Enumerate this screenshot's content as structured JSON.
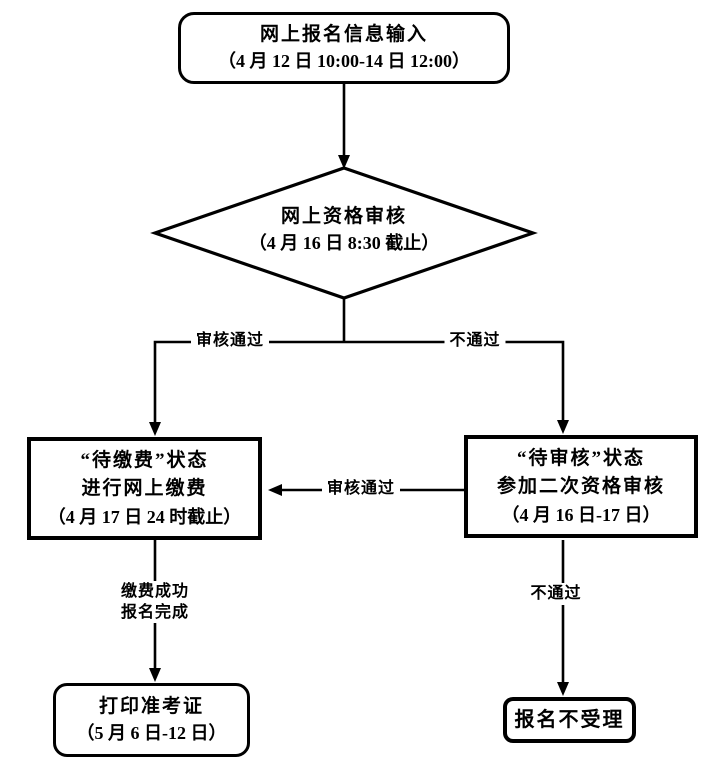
{
  "flowchart": {
    "colors": {
      "line": "#000000",
      "background": "#ffffff",
      "text": "#000000"
    },
    "nodes": {
      "start": {
        "line1": "网上报名信息输入",
        "line2": "（4 月 12 日 10:00-14 日 12:00）"
      },
      "review": {
        "line1": "网上资格审核",
        "line2": "（4 月 16 日 8:30 截止）"
      },
      "pay": {
        "line1": "“待缴费”状态",
        "line2": "进行网上缴费",
        "line3": "（4 月 17 日 24 时截止）"
      },
      "second": {
        "line1": "“待审核”状态",
        "line2": "参加二次资格审核",
        "line3": "（4 月 16 日-17 日）"
      },
      "print": {
        "line1": "打印准考证",
        "line2": "（5 月 6 日-12 日）"
      },
      "rejected": {
        "line1": "报名不受理"
      }
    },
    "edge_labels": {
      "pass_left": "审核通过",
      "fail_right": "不通过",
      "second_pass": "审核通过",
      "pay_done_line1": "缴费成功",
      "pay_done_line2": "报名完成",
      "fail_final": "不通过"
    }
  }
}
